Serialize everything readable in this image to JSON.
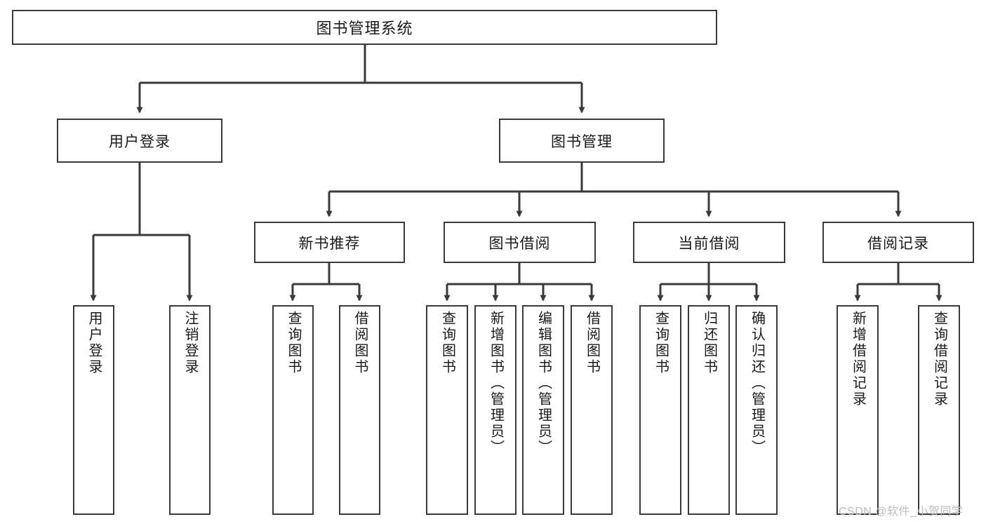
{
  "diagram": {
    "type": "tree",
    "title": "图书管理系统",
    "watermark": "CSDN @软件_小贺同学",
    "colors": {
      "box_border": "#3a3a3a",
      "box_fill": "#ffffff",
      "edge": "#3a3a3a",
      "text": "#1a1a1a",
      "watermark": "#bdbdbd",
      "background": "#ffffff"
    },
    "root": {
      "label": "图书管理系统"
    },
    "level2": [
      {
        "label": "用户登录"
      },
      {
        "label": "图书管理"
      }
    ],
    "level3": [
      {
        "label": "新书推荐"
      },
      {
        "label": "图书借阅"
      },
      {
        "label": "当前借阅"
      },
      {
        "label": "借阅记录"
      }
    ],
    "leaves": {
      "user_login": [
        {
          "label": "用户登录"
        },
        {
          "label": "注销登录"
        }
      ],
      "new_book_recommend": [
        {
          "label": "查询图书"
        },
        {
          "label": "借阅图书"
        }
      ],
      "book_borrow": [
        {
          "label": "查询图书"
        },
        {
          "label": "新增图书（管理员）"
        },
        {
          "label": "编辑图书（管理员）"
        },
        {
          "label": "借阅图书"
        }
      ],
      "current_borrow": [
        {
          "label": "查询图书"
        },
        {
          "label": "归还图书"
        },
        {
          "label": "确认归还（管理员）"
        }
      ],
      "borrow_record": [
        {
          "label": "新增借阅记录"
        },
        {
          "label": "查询借阅记录"
        }
      ]
    }
  }
}
